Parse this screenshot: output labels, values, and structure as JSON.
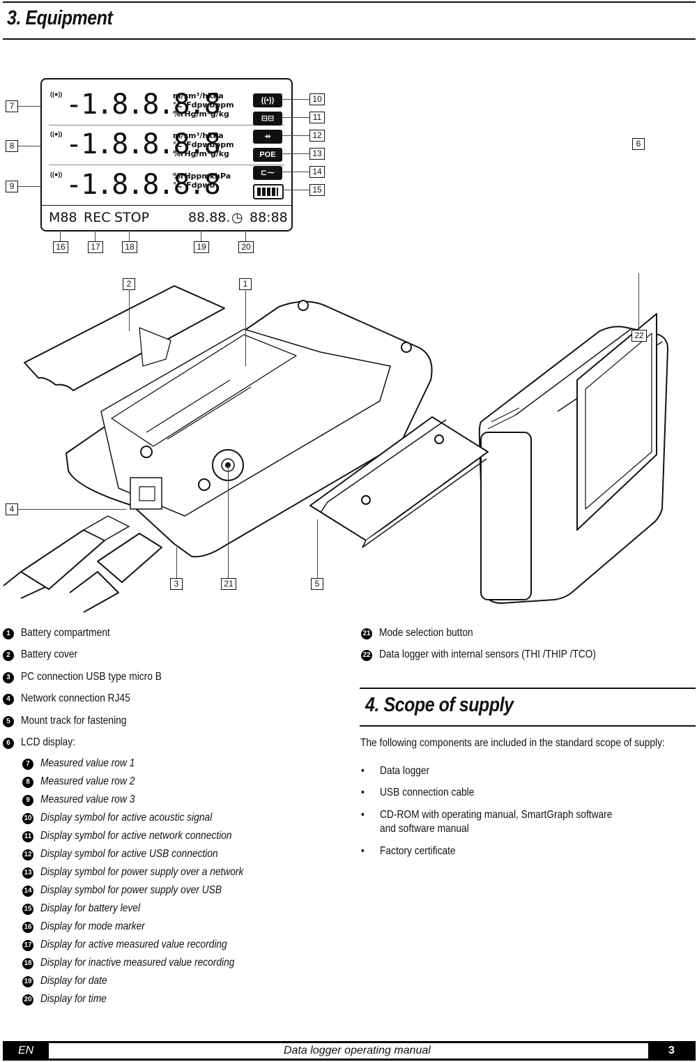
{
  "section3": {
    "title": "3. Equipment"
  },
  "section4": {
    "title": "4. Scope of supply",
    "intro": "The following components are included in the standard scope of supply:",
    "items": [
      "Data logger",
      "USB connection cable",
      "CD-ROM with operating manual, SmartGraph software",
      "and software manual",
      "Factory certificate"
    ]
  },
  "lcd": {
    "rows": [
      {
        "digits": "-1.8.8.8.8",
        "units": [
          "m/sm³/hkPa",
          "°C°Fdpwbppm",
          "%rHg/m³g/kg"
        ]
      },
      {
        "digits": "-1.8.8.8.8",
        "units": [
          "m/sm³/hkPa",
          "°C°Fdpwbppm",
          "%rHg/m³g/kg"
        ]
      },
      {
        "digits": "-1.8.8.8.8",
        "units": [
          "%rHppmkhPa",
          "°C°Fdpwb"
        ]
      }
    ],
    "waves": "((●))",
    "poe": "POE",
    "mode": "M88",
    "rec": "REC",
    "stop": "STOP",
    "date": "88.88.",
    "time": "88:88"
  },
  "callouts": [
    "1",
    "2",
    "3",
    "4",
    "5",
    "6",
    "7",
    "8",
    "9",
    "10",
    "11",
    "12",
    "13",
    "14",
    "15",
    "16",
    "17",
    "18",
    "19",
    "20",
    "21",
    "22"
  ],
  "legend_left": [
    {
      "n": "1",
      "text": "Battery compartment"
    },
    {
      "n": "2",
      "text": "Battery cover"
    },
    {
      "n": "3",
      "text": "PC connection USB type micro B"
    },
    {
      "n": "4",
      "text": "Network connection RJ45"
    },
    {
      "n": "5",
      "text": "Mount track for fastening"
    },
    {
      "n": "6",
      "text": "LCD display:"
    }
  ],
  "legend_sub": [
    {
      "n": "7",
      "text": "Measured value row 1"
    },
    {
      "n": "8",
      "text": "Measured value row 2"
    },
    {
      "n": "9",
      "text": "Measured value row 3"
    },
    {
      "n": "10",
      "text": "Display symbol for active acoustic signal"
    },
    {
      "n": "11",
      "text": "Display symbol for active network connection"
    },
    {
      "n": "12",
      "text": "Display symbol for active USB connection"
    },
    {
      "n": "13",
      "text": "Display symbol for power supply over a network"
    },
    {
      "n": "14",
      "text": "Display symbol for power supply over USB"
    },
    {
      "n": "15",
      "text": "Display for battery level"
    },
    {
      "n": "16",
      "text": "Display for mode marker"
    },
    {
      "n": "17",
      "text": "Display for active measured value recording"
    },
    {
      "n": "18",
      "text": "Display for inactive measured value recording"
    },
    {
      "n": "19",
      "text": "Display for date"
    },
    {
      "n": "20",
      "text": "Display for time"
    }
  ],
  "legend_right": [
    {
      "n": "21",
      "text": "Mode selection button"
    },
    {
      "n": "22",
      "text": "Data logger with internal sensors (THI /THIP /TCO)"
    }
  ],
  "footer": {
    "lang": "EN",
    "title": "Data logger operating manual",
    "page": "3"
  }
}
